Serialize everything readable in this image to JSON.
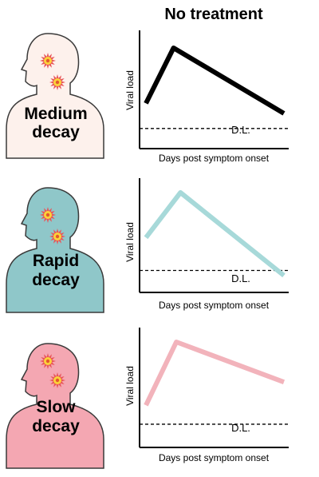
{
  "title": "No treatment",
  "chart_data": [
    {
      "type": "line",
      "ylabel": "Viral load",
      "xlabel": "Days post symptom onset",
      "threshold_label": "D.L.",
      "patient_label": [
        "Medium",
        "decay"
      ],
      "series": [
        {
          "color": "#000000",
          "points": [
            [
              0,
              0.45
            ],
            [
              0.2,
              1.0
            ],
            [
              1.0,
              0.35
            ]
          ]
        }
      ],
      "threshold": 0.2
    },
    {
      "type": "line",
      "ylabel": "Viral load",
      "xlabel": "Days post symptom onset",
      "threshold_label": "D.L.",
      "patient_label": [
        "Rapid",
        "decay"
      ],
      "series": [
        {
          "color": "#a7d9d9",
          "points": [
            [
              0,
              0.55
            ],
            [
              0.25,
              1.0
            ],
            [
              1.0,
              0.17
            ]
          ]
        }
      ],
      "threshold": 0.22
    },
    {
      "type": "line",
      "ylabel": "Viral load",
      "xlabel": "Days post symptom onset",
      "threshold_label": "D.L.",
      "patient_label": [
        "Slow",
        "decay"
      ],
      "series": [
        {
          "color": "#f2b3bb",
          "points": [
            [
              0,
              0.4
            ],
            [
              0.22,
              1.0
            ],
            [
              1.0,
              0.62
            ]
          ]
        }
      ],
      "threshold": 0.22
    }
  ],
  "person_fills": [
    "#fdf1ec",
    "#8fc7c9",
    "#f4a7b2"
  ],
  "virus_colors": {
    "spike": "#e8565a",
    "body": "#fbd33a",
    "core": "#e4572e"
  }
}
